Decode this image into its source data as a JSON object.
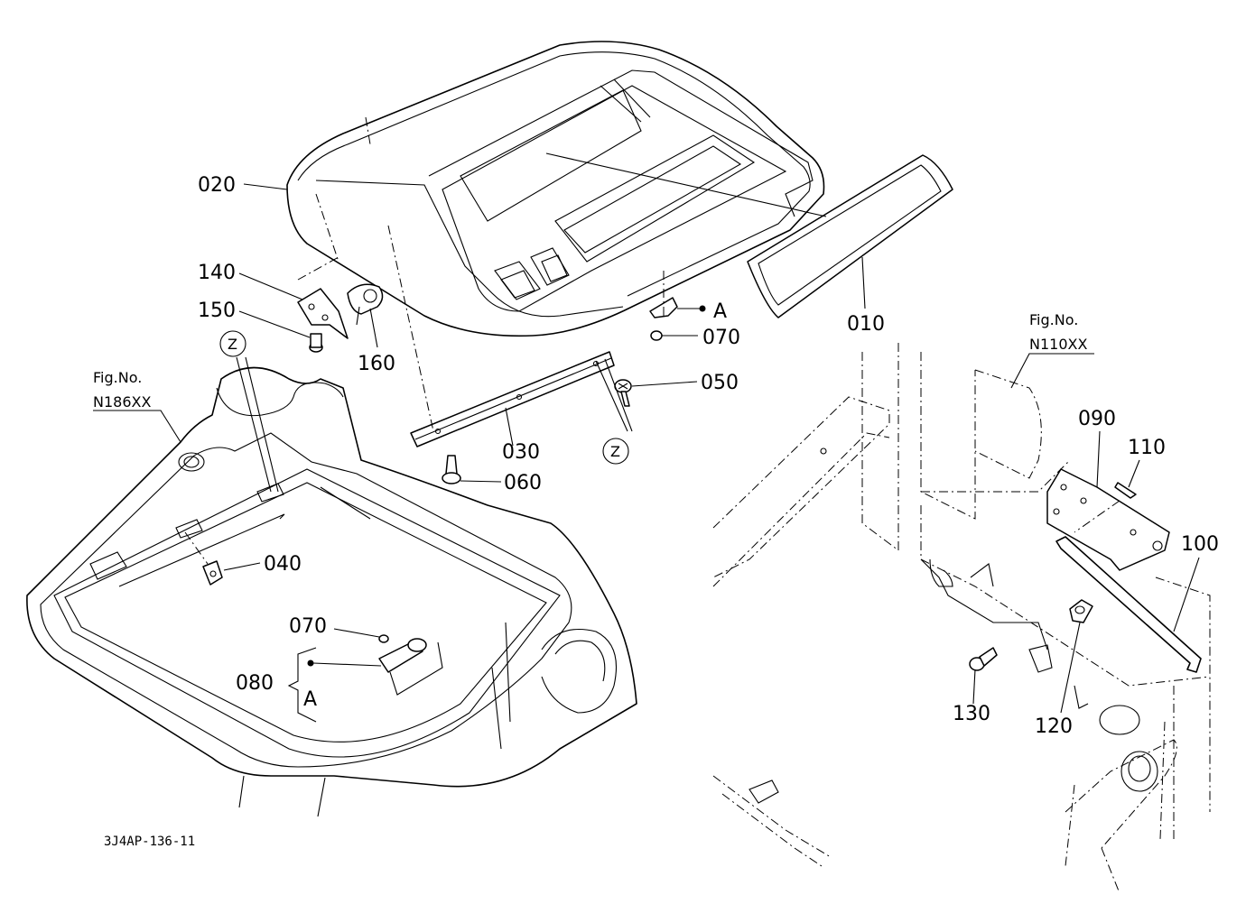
{
  "parts": {
    "p010": "010",
    "p020": "020",
    "p030": "030",
    "p040": "040",
    "p050": "050",
    "p060": "060",
    "p070_top": "070",
    "p070_left": "070",
    "p080": "080",
    "p090": "090",
    "p100": "100",
    "p110": "110",
    "p120": "120",
    "p130": "130",
    "p140": "140",
    "p150": "150",
    "p160": "160"
  },
  "refs": {
    "ref_a_top": "A",
    "ref_a_left": "A",
    "ref_z_top": "Z",
    "ref_z_mid": "Z"
  },
  "figures": {
    "left": {
      "line1": "Fig.No.",
      "line2": "N186XX"
    },
    "right": {
      "line1": "Fig.No.",
      "line2": "N110XX"
    }
  },
  "diagram_code": "3J4AP-136-11"
}
